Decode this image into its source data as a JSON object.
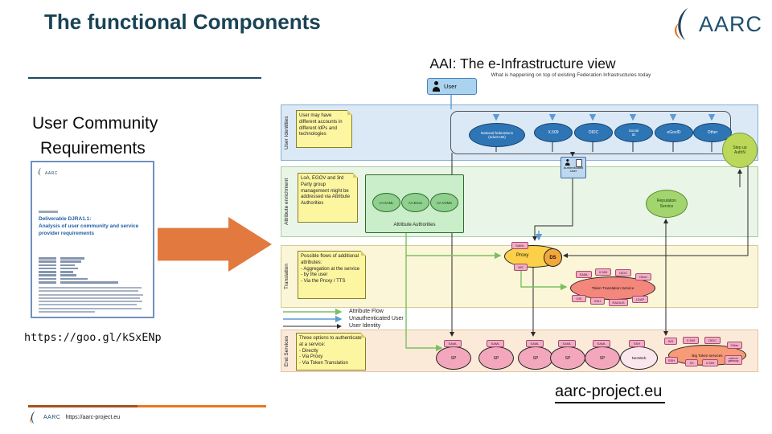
{
  "slide": {
    "title": "The functional Components",
    "brand": {
      "logo_text": "AARC"
    },
    "left": {
      "heading_line1": "User Community",
      "heading_line2": "Requirements",
      "doc": {
        "logo_text": "AARC",
        "title_line1": "Deliverable DJRA1.1:",
        "title_line2": "Analysis of user community and service provider requirements"
      },
      "link": "https://goo.gl/kSxENp"
    },
    "footer": {
      "logo_text": "AARC",
      "url_small": "https://aarc-project.eu",
      "url_large": "aarc-project.eu"
    },
    "colors": {
      "title": "#1a4355",
      "brand_orange": "#e87722",
      "brand_navy": "#1e506f",
      "arrow_orange": "#e2793e",
      "lane_blue": "#dbe9f7",
      "lane_green": "#e9f6e7",
      "lane_yellow": "#fbf6d8",
      "lane_peach": "#fcead9"
    }
  },
  "diagram": {
    "title": "AAI: The e-Infrastructure view",
    "subtitle": "What is happening on top of existing Federation Infrastructures today",
    "user_label": "User",
    "lanes": [
      {
        "label": "User Identities"
      },
      {
        "label": "Attribute enrichment"
      },
      {
        "label": "Translation"
      },
      {
        "label": "End Services"
      }
    ],
    "notes": [
      {
        "text": "User may have different accounts in different IdPs and technologies"
      },
      {
        "text": "LoA, EGOV and 3rd Party group management might be addressed via Attribute Authorities"
      },
      {
        "text": "Possible flows of additional attributes:\n- Aggregation at the service\n- by the user\n- Via the Proxy / TTS"
      },
      {
        "text": "Three options to authenticate at a service:\n- Directly\n- Via Proxy\n- Via Token Translation"
      }
    ],
    "idps": [
      {
        "label": "National federations\n(eduGAIN)"
      },
      {
        "label": "X.509"
      },
      {
        "label": "OIDC"
      },
      {
        "label": "Social\nID"
      },
      {
        "label": "eGovID"
      },
      {
        "label": "Other"
      }
    ],
    "step_up": {
      "label": "Step up\nAuthN"
    },
    "auth_user": {
      "label": "Authenticated\nUser"
    },
    "attribute_authorities": {
      "box_label": "Attribute Authorities",
      "items": [
        {
          "label": "AA:SAML"
        },
        {
          "label": "AA:EGov"
        },
        {
          "label": "AA:VOMS"
        }
      ]
    },
    "reputation": {
      "label": "Reputation\nService"
    },
    "proxy": {
      "label": "Proxy",
      "ds_label": "DS",
      "tag_top": "SAML",
      "tag_bottom": "WS"
    },
    "tts": {
      "label": "Token Translation Service",
      "tags_top": [
        {
          "label": "SAML"
        },
        {
          "label": "X.509"
        },
        {
          "label": "OIDC"
        },
        {
          "label": "Other"
        }
      ],
      "tags_bottom": [
        {
          "label": "GSI"
        },
        {
          "label": "SSH"
        },
        {
          "label": "RADIUS"
        },
        {
          "label": "LDAP"
        }
      ]
    },
    "legend": [
      {
        "label": "Attribute Flow"
      },
      {
        "label": "Unauthenticated User"
      },
      {
        "label": "User Identity"
      }
    ],
    "end_services": {
      "sp_label": "SP",
      "sp_tag": "SAML",
      "nonweb": {
        "label": "NonWeb",
        "tag": "SSH"
      },
      "token_services": {
        "label": "Big Token services",
        "tags": [
          {
            "label": "WS"
          },
          {
            "label": "SSH"
          },
          {
            "label": "X.509"
          },
          {
            "label": "OIDC"
          },
          {
            "label": "Other"
          },
          {
            "label": "S3"
          },
          {
            "label": "X.509"
          },
          {
            "label": "science gateway"
          }
        ]
      }
    }
  }
}
